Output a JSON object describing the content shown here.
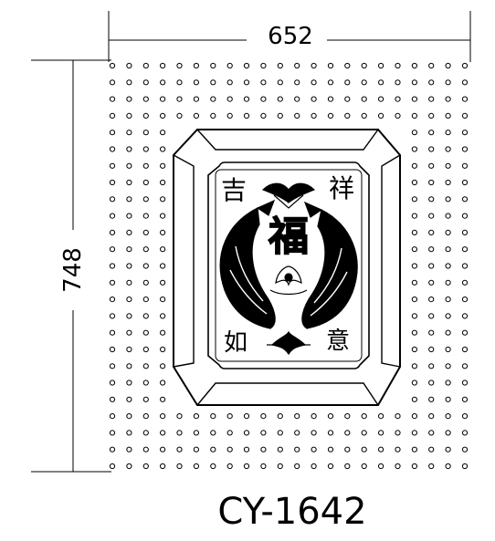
{
  "drawing": {
    "width_label": "652",
    "height_label": "748",
    "model_code": "CY-1642",
    "inscription": {
      "top_left": "吉",
      "top_right": "祥",
      "center": "福",
      "bottom_left": "如",
      "bottom_right": "意"
    },
    "line_color": "#000000",
    "background_color": "#ffffff"
  }
}
